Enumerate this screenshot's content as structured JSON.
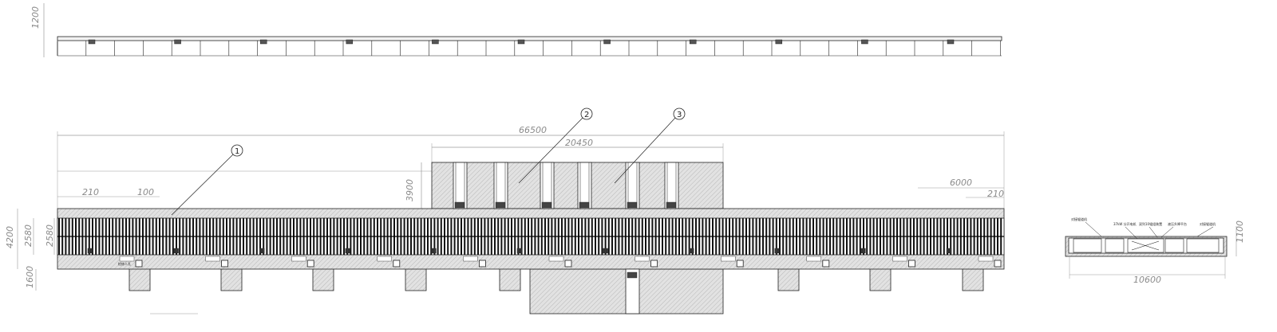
{
  "elevation": {
    "height_dim": "1200",
    "motor_count": 11
  },
  "plan": {
    "overall_dim": "66500",
    "center_dim": "20450",
    "center_height_dim": "3900",
    "left_dims": {
      "total": "4200",
      "roller_a": "2580",
      "roller_b": "2580",
      "pier": "1600"
    },
    "top_left_dims": [
      "210",
      "100"
    ],
    "right_dims": [
      "6000",
      "210"
    ],
    "callouts": [
      "1",
      "2",
      "3"
    ],
    "small_label": "检修人孔"
  },
  "section": {
    "width_dim": "10600",
    "height_dim": "1100",
    "labels": [
      "对接辊道机",
      "37kW 分开电机",
      "双列10辊组装置",
      "液压升降平台",
      "对接辊道机"
    ]
  },
  "colors": {
    "line": "#222222",
    "hatch": "#d8d8d8",
    "dim": "#8a8a8a"
  }
}
